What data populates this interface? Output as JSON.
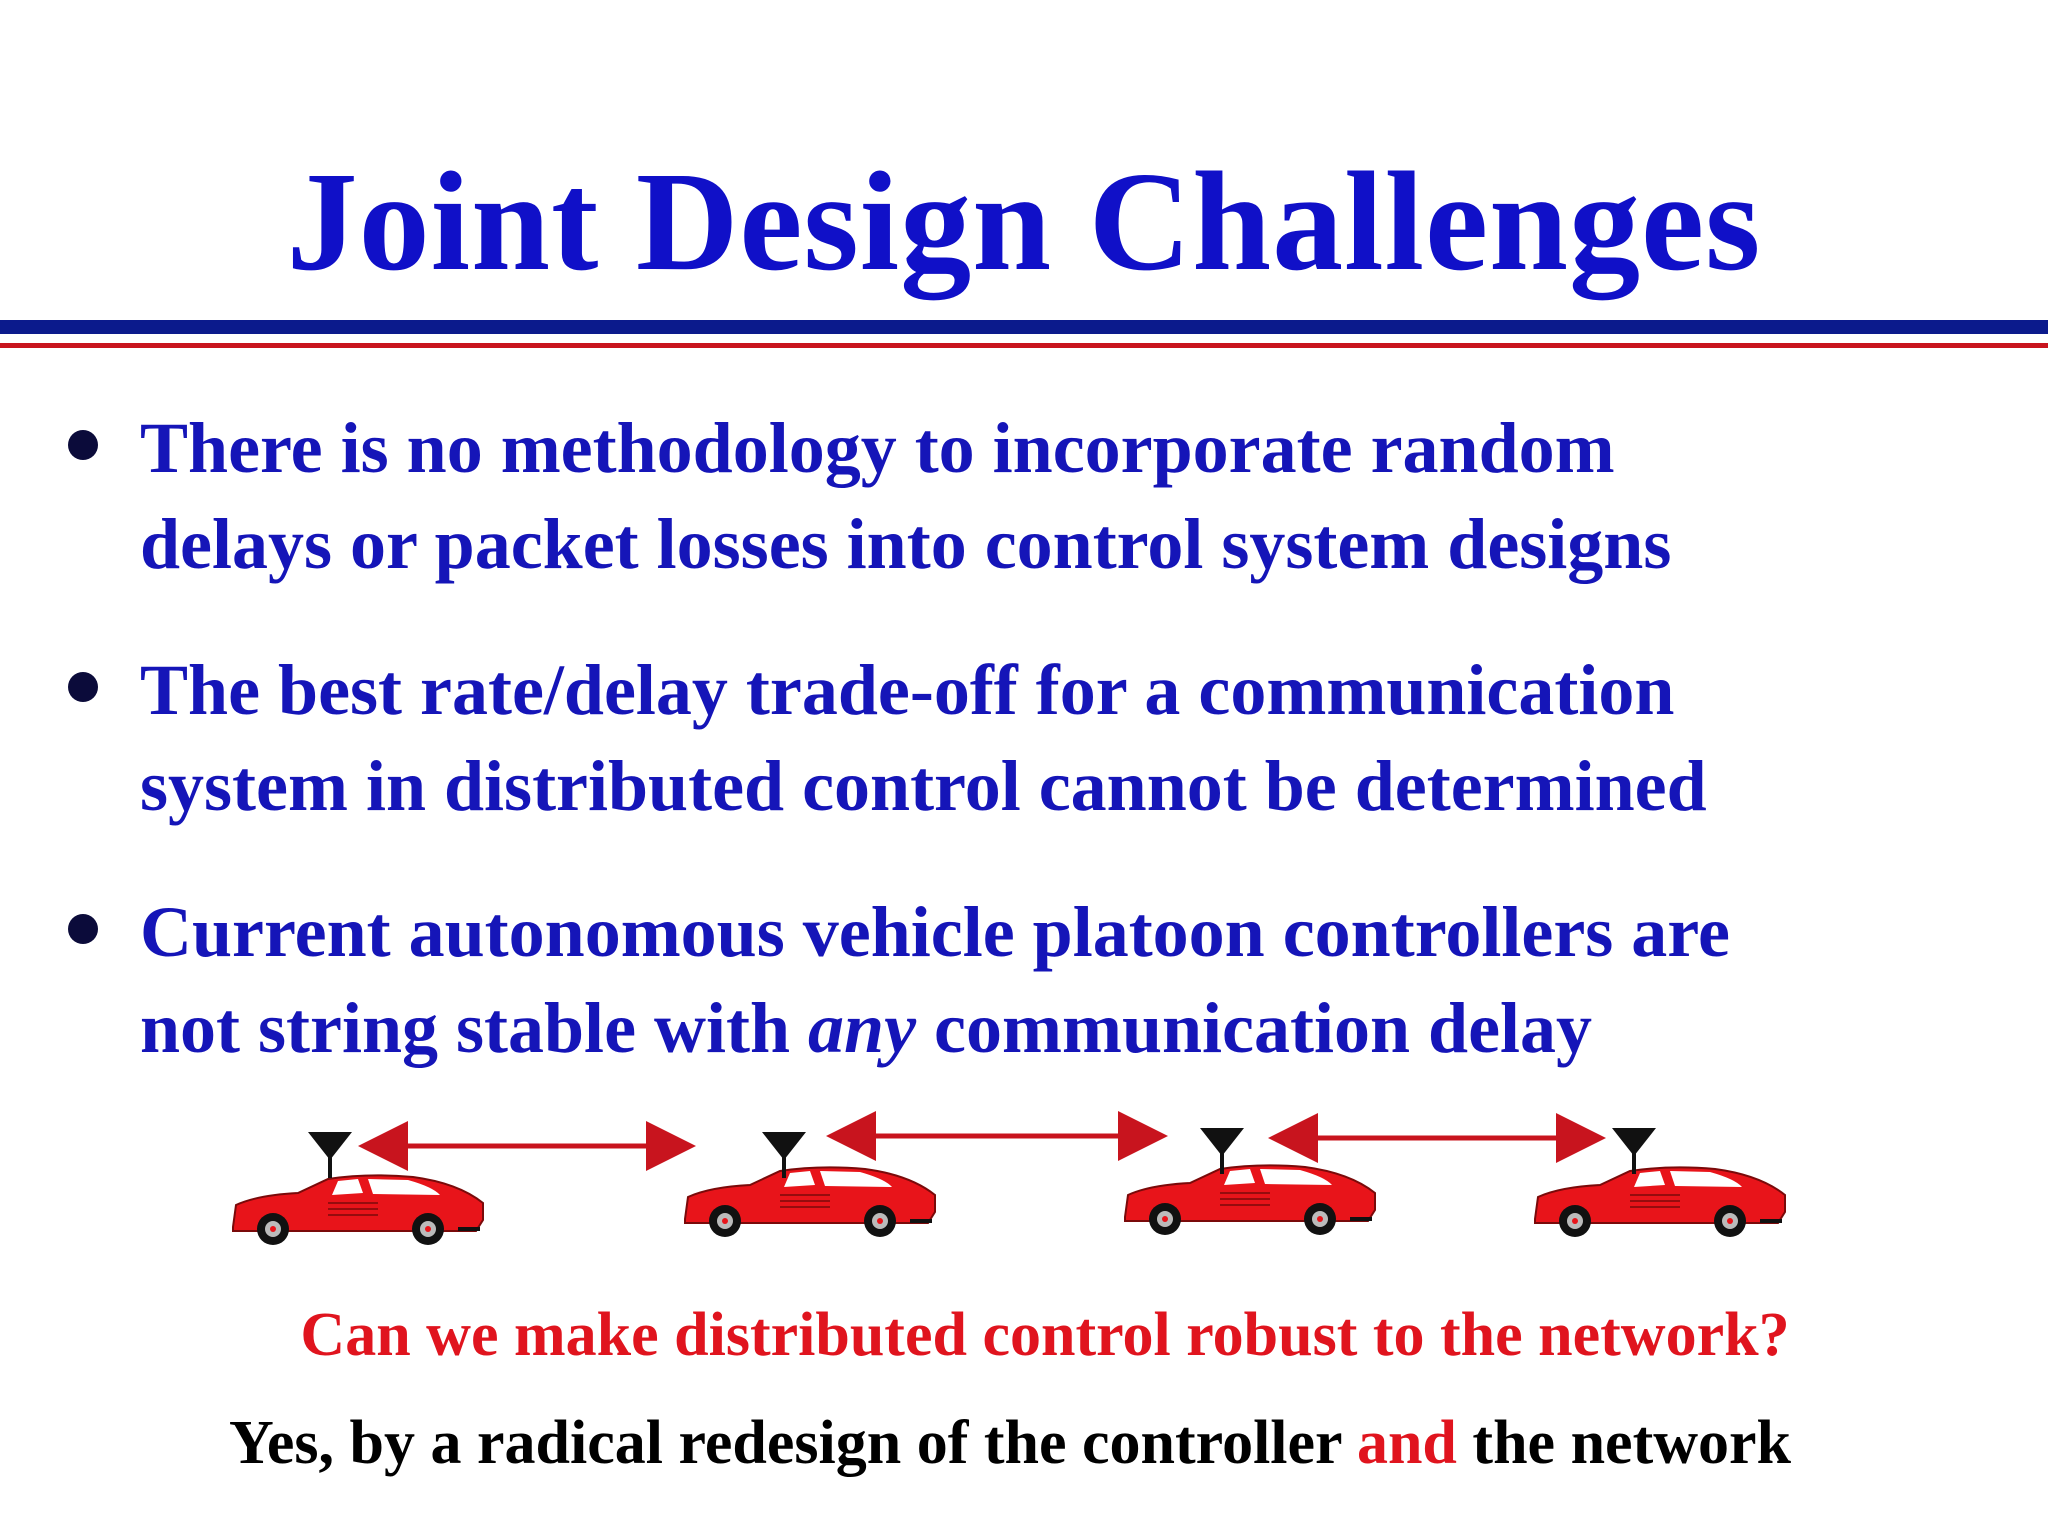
{
  "slide": {
    "title": "Joint Design Challenges",
    "bullets": [
      {
        "lines": [
          "There is no methodology to incorporate random",
          "delays or packet losses into control system designs"
        ]
      },
      {
        "lines": [
          "The best rate/delay trade-off for a communication",
          "system in distributed control cannot be determined"
        ]
      },
      {
        "line1": "Current autonomous vehicle platoon controllers are",
        "line2_before": "not string stable with ",
        "line2_emph": "any",
        "line2_after": " communication delay"
      }
    ],
    "question": "Can we make distributed control robust to the network?",
    "answer": {
      "before": "Yes, by a radical redesign of the controller ",
      "highlight": "and",
      "after": " the network"
    }
  },
  "colors": {
    "title": "#1010c8",
    "bullet_text": "#1515b8",
    "rule_navy": "#0b1a8c",
    "rule_red": "#c8141e",
    "question": "#e0141e",
    "car": "#e8141a"
  },
  "illustration": {
    "car_count": 4,
    "icons": [
      "red-sports-car",
      "antenna-icon",
      "double-arrow"
    ]
  }
}
